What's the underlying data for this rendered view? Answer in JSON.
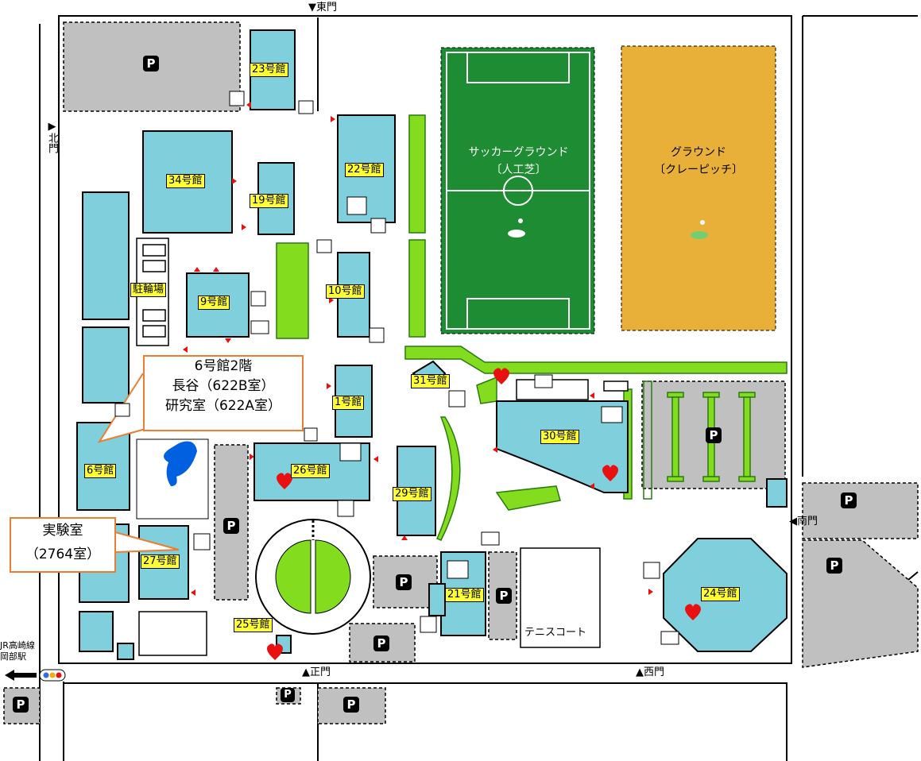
{
  "gates": {
    "east": "▼東門",
    "north": "▶北門",
    "south_gate": "◀南門",
    "main": "▲正門",
    "west": "▲西門"
  },
  "station": {
    "line1": "JR高崎線",
    "line2": "岡部駅"
  },
  "buildings": {
    "b23": "23号館",
    "b34": "34号館",
    "b19": "19号館",
    "b22": "22号館",
    "b10": "10号館",
    "b9": "9号館",
    "bicycle": "駐輪場",
    "b1": "1号館",
    "b31": "31号館",
    "b30": "30号館",
    "b6": "6号館",
    "b26": "26号館",
    "b29": "29号館",
    "b27": "27号館",
    "b21": "21号館",
    "b24": "24号館",
    "b25": "25号館",
    "tennis": "テニスコート"
  },
  "fields": {
    "soccer_line1": "サッカーグラウンド",
    "soccer_line2": "〔人工芝〕",
    "ground_line1": "グラウンド",
    "ground_line2": "〔クレーピッチ〕"
  },
  "callouts": {
    "lab6": {
      "line1": "6号館2階",
      "line2": "長谷（622B室）",
      "line3": "研究室（622A室）"
    },
    "lab27": {
      "line1": "実験室",
      "line2": "（2764室）"
    }
  },
  "parking_symbol": "P",
  "colors": {
    "building": "#7fcfdc",
    "parking": "#c0c0c0",
    "soccer": "#1e8c32",
    "ground": "#e8b038",
    "green": "#84dc1e",
    "callout_border": "#ed7d31",
    "label_bg": "#ffff33"
  }
}
